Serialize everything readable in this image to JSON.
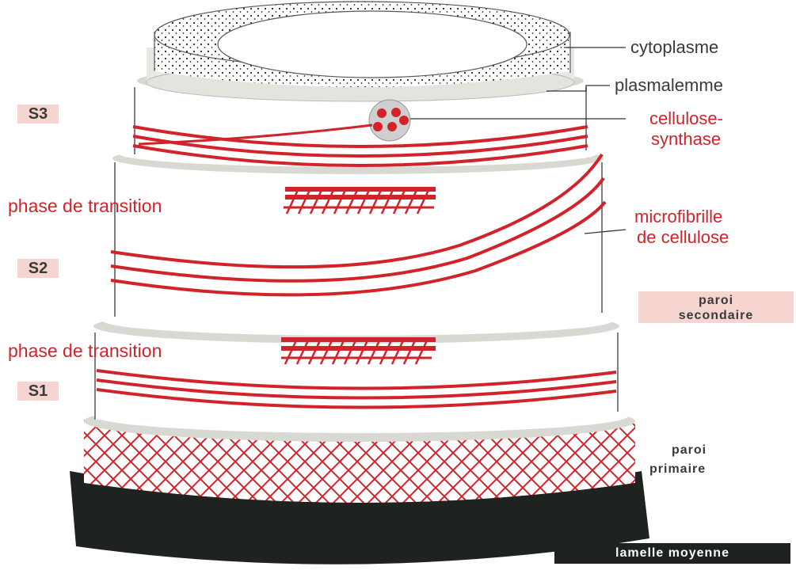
{
  "layers": {
    "s3": "S3",
    "s2": "S2",
    "s1": "S1"
  },
  "labels": {
    "cytoplasme": "cytoplasme",
    "plasmalemme": "plasmalemme",
    "cellulose_synthase_1": "cellulose-",
    "cellulose_synthase_2": "synthase",
    "microfibrille_1": "microfibrille",
    "microfibrille_2": "de cellulose",
    "transition_top": "phase de transition",
    "transition_bottom": "phase de transition",
    "paroi_secondaire_1": "paroi",
    "paroi_secondaire_2": "secondaire",
    "paroi_primaire_1": "paroi",
    "paroi_primaire_2": "primaire",
    "lamelle_moyenne": "lamelle moyenne"
  },
  "colors": {
    "fibre_red": "#d2232a",
    "label_box": "#f6d4cf",
    "lamella": "#1e2320",
    "band_grey": "#d9d9d4"
  }
}
